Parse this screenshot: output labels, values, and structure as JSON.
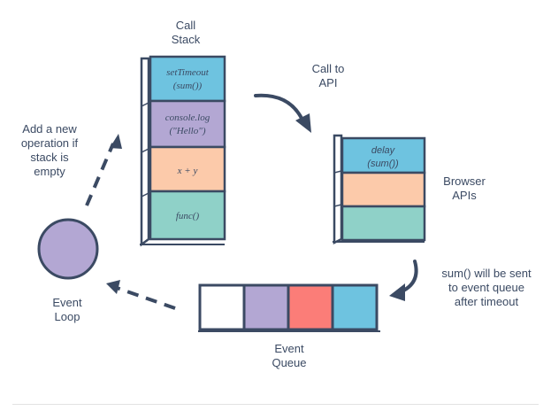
{
  "labels": {
    "call_stack": "Call\nStack",
    "call_to_api": "Call to\nAPI",
    "add_new_operation": "Add a new\noperation if\nstack is\nempty",
    "browser_apis": "Browser\nAPIs",
    "sum_sent": "sum() will be sent\nto event queue\nafter timeout",
    "event_loop": "Event\nLoop",
    "event_queue": "Event\nQueue"
  },
  "call_stack": {
    "cells": [
      {
        "line1": "setTimeout",
        "line2": "(sum())",
        "color": "#6ec3e0"
      },
      {
        "line1": "console.log",
        "line2": "(\"Hello\")",
        "color": "#b3a7d3"
      },
      {
        "line1": "x + y",
        "line2": "",
        "color": "#fccaaa"
      },
      {
        "line1": "func()",
        "line2": "",
        "color": "#8fd1c8"
      }
    ]
  },
  "browser_apis_stack": {
    "cells": [
      {
        "line1": "delay",
        "line2": "(sum())",
        "color": "#6ec3e0"
      },
      {
        "line1": "",
        "line2": "",
        "color": "#fccaaa"
      },
      {
        "line1": "",
        "line2": "",
        "color": "#8fd1c8"
      }
    ]
  },
  "event_queue": {
    "cells": [
      {
        "color": "#ffffff"
      },
      {
        "color": "#b3a7d3"
      },
      {
        "color": "#fb7d78"
      },
      {
        "color": "#6ec3e0"
      }
    ]
  },
  "event_loop_color": "#b3a7d3",
  "outline_color": "#3b4a63"
}
